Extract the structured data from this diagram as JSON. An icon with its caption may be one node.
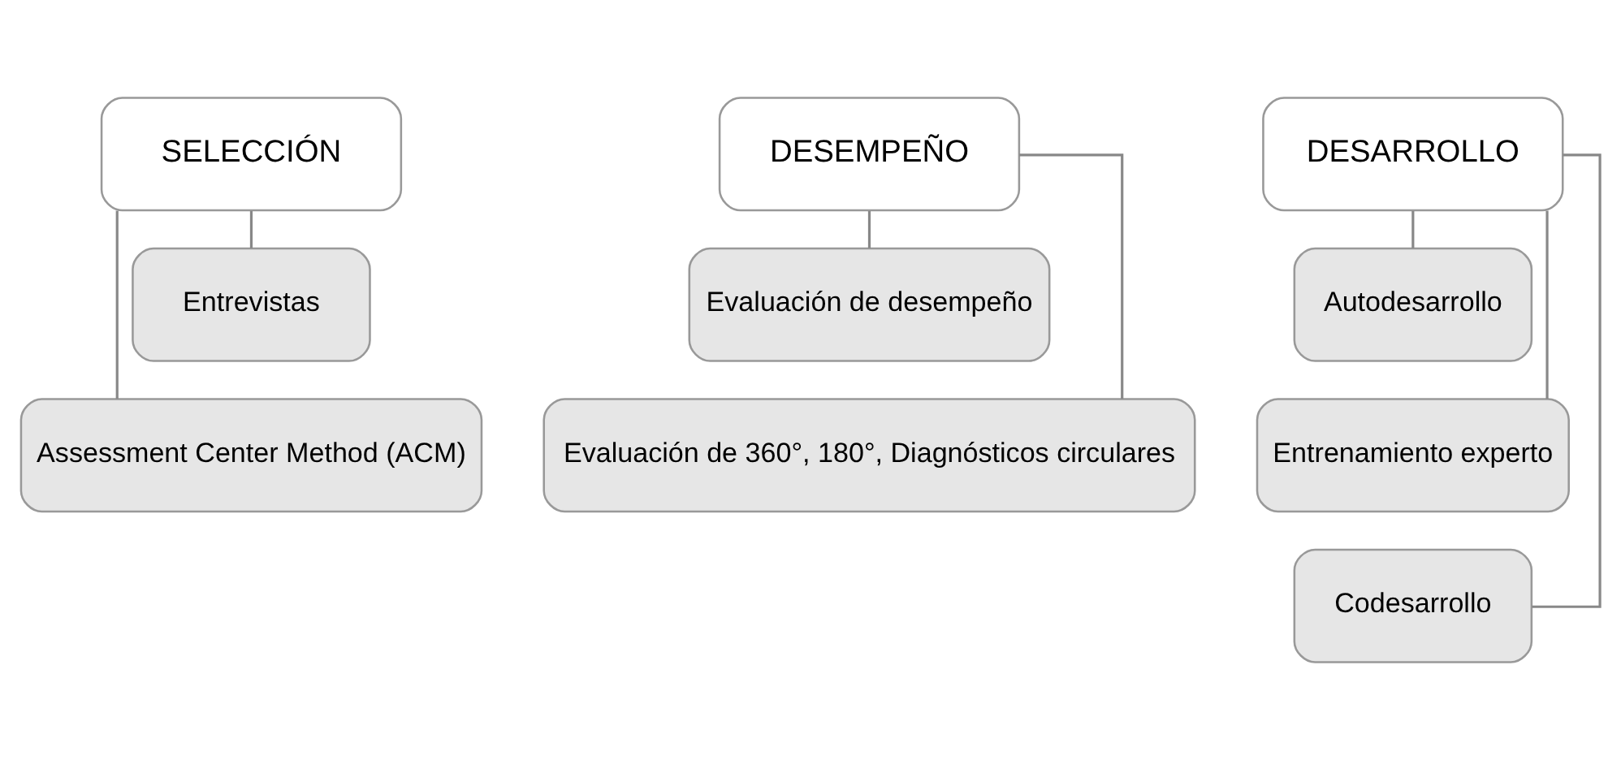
{
  "diagram": {
    "nodes": [
      {
        "text": [
          "SELECCIÓN"
        ]
      },
      {
        "text": [
          "Entrevistas"
        ]
      },
      {
        "text": [
          "Assessment Center Method (ACM)"
        ]
      },
      {
        "text": [
          "DESEMPEÑO"
        ]
      },
      {
        "text": [
          "Evaluación de desempeño"
        ]
      },
      {
        "text": [
          "Evaluación de 360°, 180°, Diagnósticos circulares"
        ]
      },
      {
        "text": [
          "DESARROLLO"
        ]
      },
      {
        "text": [
          "Autodesarrollo"
        ]
      },
      {
        "text": [
          "Entrenamiento experto"
        ]
      },
      {
        "text": [
          "Codesarrollo"
        ]
      }
    ],
    "edges": [
      {
        "from": 0,
        "to": 1,
        "arrow": "none"
      },
      {
        "from": 0,
        "to": 2,
        "arrow": "none"
      },
      {
        "from": 3,
        "to": 4,
        "arrow": "none"
      },
      {
        "from": 3,
        "to": 5,
        "arrow": "none"
      },
      {
        "from": 6,
        "to": 7,
        "arrow": "none"
      },
      {
        "from": 6,
        "to": 8,
        "arrow": "none"
      },
      {
        "from": 6,
        "to": 9,
        "arrow": "none"
      }
    ]
  }
}
